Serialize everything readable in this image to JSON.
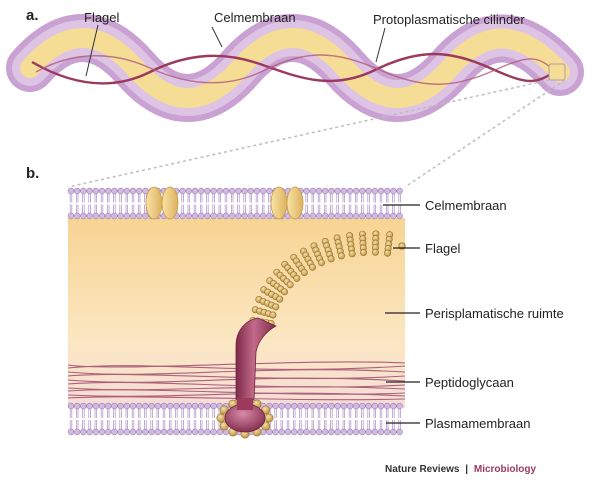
{
  "panels": {
    "a": "a.",
    "b": "b."
  },
  "labels_a": {
    "flagel": "Flagel",
    "celmembraan": "Celmembraan",
    "cilinder": "Protoplasmatische cilinder"
  },
  "labels_b": {
    "celmembraan": "Celmembraan",
    "flagel": "Flagel",
    "periplasm": "Perisplamatische ruimte",
    "peptidoglycan": "Peptidoglycaan",
    "plasmamembraan": "Plasmamembraan"
  },
  "credit": {
    "journal": "Nature Reviews",
    "separator": "|",
    "section": "Microbiology"
  },
  "colors": {
    "outer_membrane": "#c9a3d3",
    "cylinder": "#f6dd96",
    "flagellum": "#9c3a5e",
    "periplasm_top": "#f8d89a",
    "lipid_head": "#cdb3df",
    "bead": "#d6b46a"
  }
}
